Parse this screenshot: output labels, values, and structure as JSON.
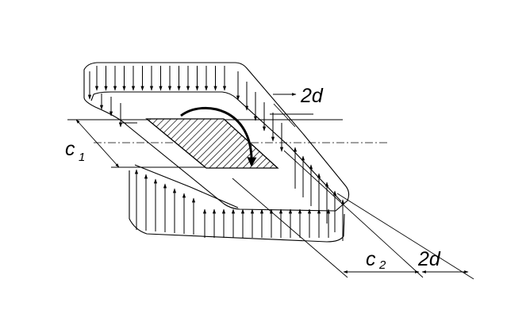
{
  "labels": {
    "c1_main": "c",
    "c1_sub": "1",
    "c2_main": "c",
    "c2_sub": "2",
    "d_top": "2d",
    "d_bottom": "2d"
  },
  "colors": {
    "stroke": "#000000",
    "background": "#ffffff"
  }
}
